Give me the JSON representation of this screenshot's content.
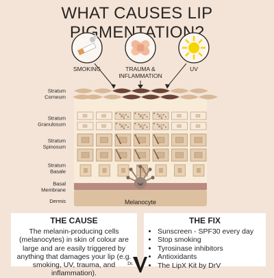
{
  "title": "WHAT CAUSES LIP PIGMENTATION?",
  "causes": [
    {
      "label": "SMOKING",
      "icon": "cigarette-icon"
    },
    {
      "label": "TRAUMA &\nINFLAMMATION",
      "icon": "bandage-icon"
    },
    {
      "label": "UV",
      "icon": "sun-icon"
    }
  ],
  "layers": [
    {
      "name": "Stratum Corneum",
      "lines": [
        "Stratum",
        "Corneum"
      ]
    },
    {
      "name": "Stratum Granulosum",
      "lines": [
        "Stratum",
        "Granulosum"
      ]
    },
    {
      "name": "Stratum Spinosum",
      "lines": [
        "Stratum",
        "Spinosum"
      ]
    },
    {
      "name": "Stratum Basale",
      "lines": [
        "Stratum",
        "Basale"
      ]
    },
    {
      "name": "Basal Membrane",
      "lines": [
        "Basal",
        "Membrane"
      ]
    },
    {
      "name": "Dermis",
      "lines": [
        "Dermis"
      ]
    }
  ],
  "melanocyte_label": "Melanocyte",
  "cause_panel": {
    "title": "THE CAUSE",
    "text": "The melanin-producing cells (melanocytes) in skin of colour are large and are easily triggered by anything that damages your lip (e.g. smoking, UV, trauma, and inflammation)."
  },
  "fix_panel": {
    "title": "THE FIX",
    "items": [
      "Sunscreen - SPF30 every day",
      "Stop smoking",
      "Tyrosinase inhibitors",
      "Antioxidants",
      "The LipX Kit by DrV"
    ]
  },
  "brand": {
    "prefix": "Dr.",
    "letter": "V"
  },
  "colors": {
    "background": "#f3e4d7",
    "corneum_light": "#d9b896",
    "corneum_dark": "#6b4434",
    "cell_fill": "#e4cdb0",
    "cell_border": "#b08d6e",
    "basal_membrane": "#b98a80",
    "dermis": "#dcc0a0",
    "melanocyte": "#9c8579"
  }
}
